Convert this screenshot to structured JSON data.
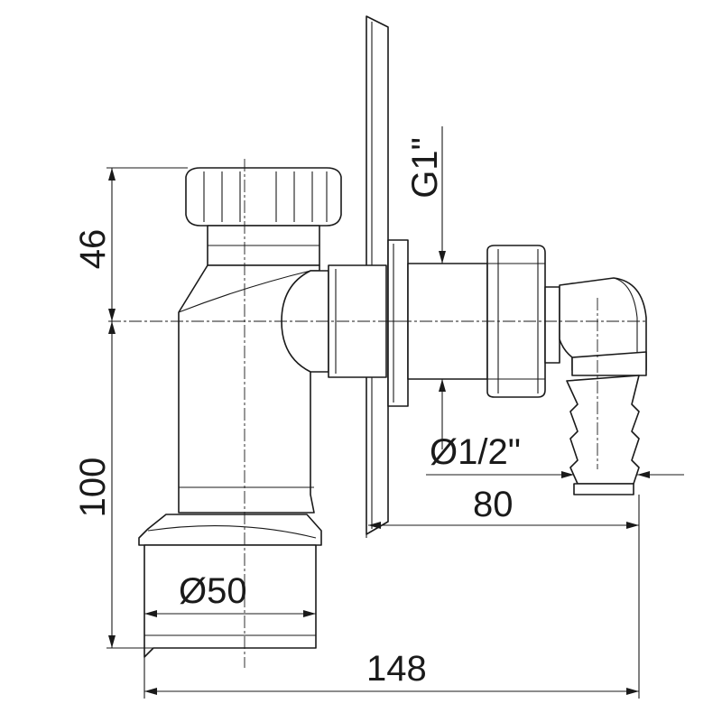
{
  "drawing": {
    "dimensions": {
      "upper_height": "46",
      "lower_height": "100",
      "outlet_diameter": "Ø50",
      "overall_width": "148",
      "hose_offset": "80",
      "hose_thread": "Ø1/2\"",
      "wall_thread": "G1\""
    }
  }
}
